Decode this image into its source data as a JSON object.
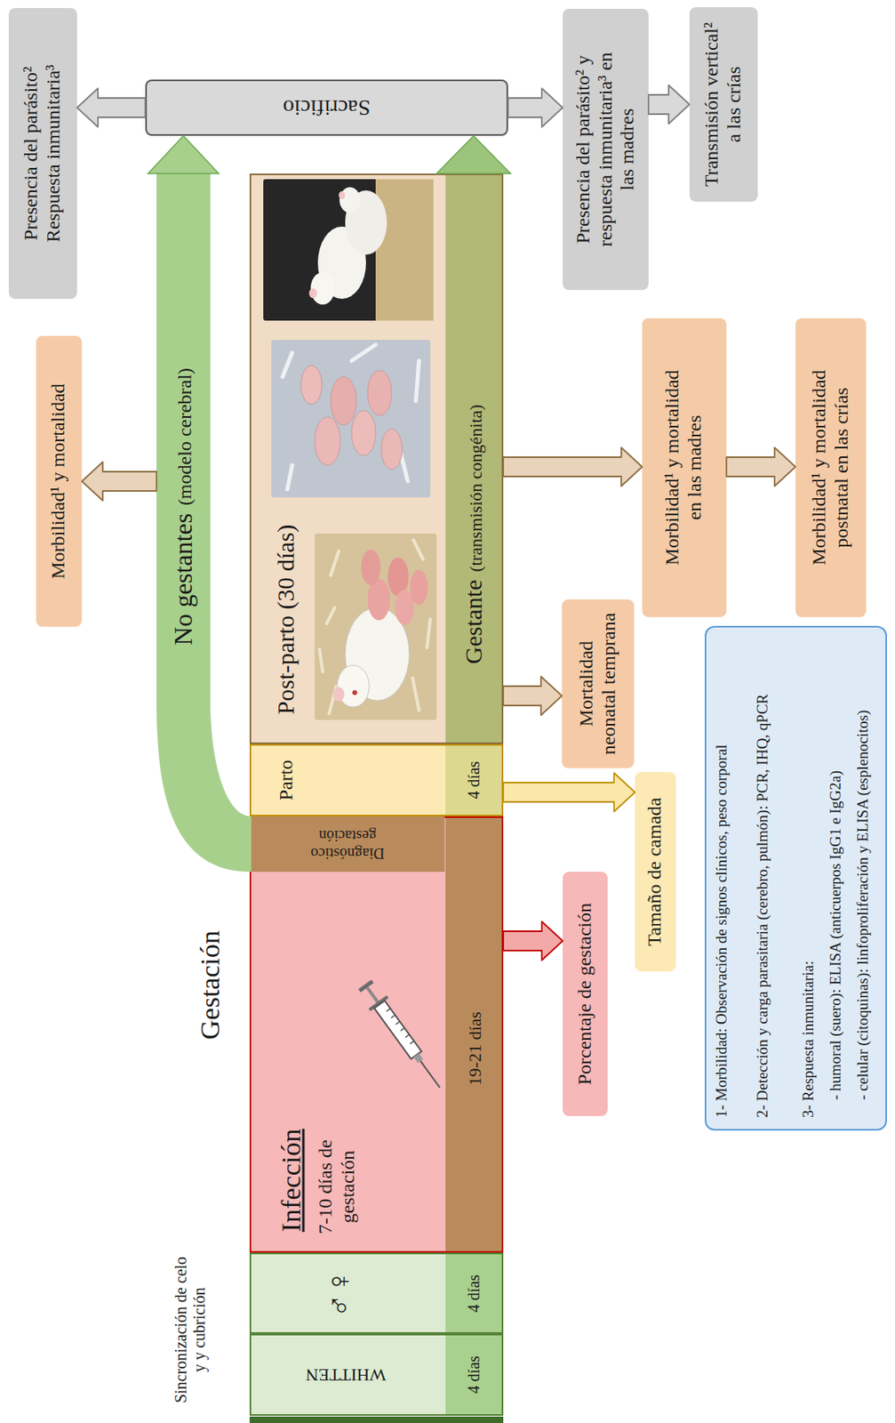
{
  "diagram": {
    "nodes": [
      {
        "text": [
          "WHITTEN",
          "4 días"
        ]
      },
      {
        "text": [
          "♂♀",
          "4 días"
        ]
      },
      {
        "text": [
          "Infección",
          "7-10 días de gestación",
          "19-21 días"
        ]
      },
      {
        "text": [
          "Diagnóstico gestación"
        ],
        "in": 2
      },
      {
        "text": [
          "Parto",
          "4 días"
        ]
      },
      {
        "text": [
          "Post-parto (30 días)",
          "Gestante",
          "(transmisión congénita)"
        ]
      },
      {
        "text": [
          "No gestantes",
          "(modelo cerebral)"
        ]
      },
      {
        "text": [
          "Sacrificio"
        ]
      },
      {
        "text": [
          "Morbilidad¹ y mortalidad"
        ]
      },
      {
        "text": [
          "Presencia del parásito² Respuesta inmunitaria³"
        ]
      },
      {
        "text": [
          "Porcentaje de gestación"
        ]
      },
      {
        "text": [
          "Tamaño de camada"
        ]
      },
      {
        "text": [
          "Mortalidad neonatal temprana"
        ]
      },
      {
        "text": [
          "Morbilidad¹ y mortalidad en las madres"
        ]
      },
      {
        "text": [
          "Morbilidad¹ y mortalidad postnatal en las crías"
        ]
      },
      {
        "text": [
          "Presencia del parásito² y respuesta inmunitaria³ en las madres"
        ]
      },
      {
        "text": [
          "Transmisión vertical² a las crías"
        ]
      },
      {
        "text": [
          "1- Morbilidad: Observación de signos clínicos, peso corporal",
          "2- Detección y carga parasitaria (cerebro, pulmón): PCR, IHQ, qPCR",
          "3- Respuesta inmunitaria:",
          "- humoral (suero): ELISA (anticuerpos IgG1 e IgG2a)",
          "- celular (citoquinas): linfoproliferación y ELISA (esplenocitos)"
        ]
      }
    ],
    "edges": [
      {
        "from": 3,
        "to": 6,
        "arrow": "none"
      },
      {
        "from": 6,
        "to": 7,
        "arrow": "to"
      },
      {
        "from": 5,
        "to": 7,
        "arrow": "to"
      },
      {
        "from": 6,
        "to": 8,
        "arrow": "to"
      },
      {
        "from": 7,
        "to": 9,
        "arrow": "to"
      },
      {
        "from": 7,
        "to": 15,
        "arrow": "to"
      },
      {
        "from": 15,
        "to": 16,
        "arrow": "to"
      },
      {
        "from": 2,
        "to": 10,
        "arrow": "to"
      },
      {
        "from": 4,
        "to": 11,
        "arrow": "to"
      },
      {
        "from": 5,
        "to": 12,
        "arrow": "to"
      },
      {
        "from": 5,
        "to": 13,
        "arrow": "to"
      },
      {
        "from": 13,
        "to": 14,
        "arrow": "to"
      }
    ],
    "labels": [
      "Sincronización de celo y y cubrición",
      "Gestación"
    ]
  }
}
